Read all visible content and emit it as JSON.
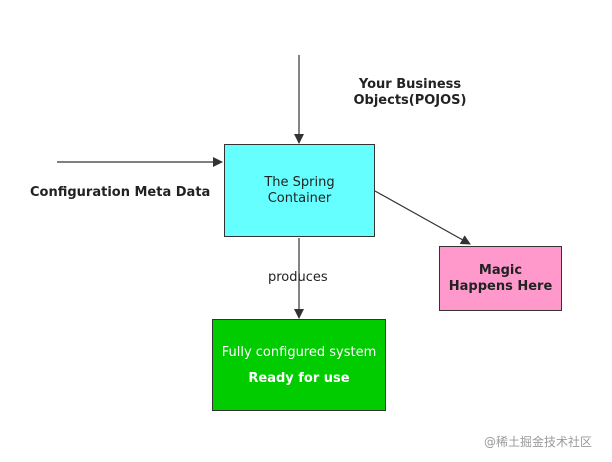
{
  "nodes": {
    "spring_container": {
      "text": "The Spring Container"
    },
    "magic": {
      "text": "Magic Happens Here"
    },
    "system": {
      "line1": "Fully configured system",
      "line2": "Ready for use"
    }
  },
  "labels": {
    "pojos": "Your Business Objects(POJOS)",
    "config": "Configuration Meta Data",
    "produces": "produces"
  },
  "watermark": "@稀土掘金技术社区",
  "colors": {
    "spring_container": "#66ffff",
    "magic": "#ff99cc",
    "system": "#00cc00",
    "arrows": "#333333"
  }
}
